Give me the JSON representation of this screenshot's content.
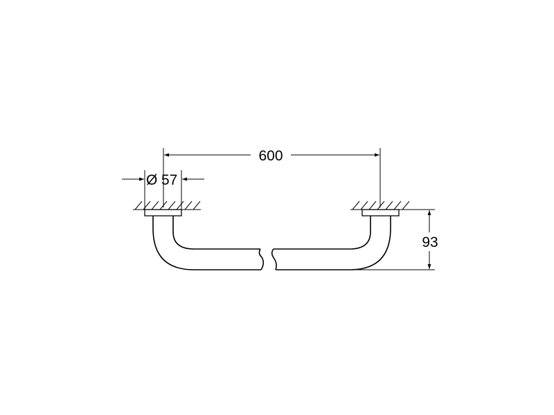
{
  "diagram": {
    "type": "technical-dimension-drawing",
    "subject": "grab bar / towel rail side view",
    "dimensions": {
      "length": {
        "label": "600",
        "value": 600
      },
      "rosette_diameter": {
        "label": "Ø57",
        "symbol": "Ø",
        "value": "57"
      },
      "projection": {
        "label": "93",
        "value": 93
      }
    },
    "colors": {
      "line": "#000000",
      "background": "#ffffff"
    }
  }
}
